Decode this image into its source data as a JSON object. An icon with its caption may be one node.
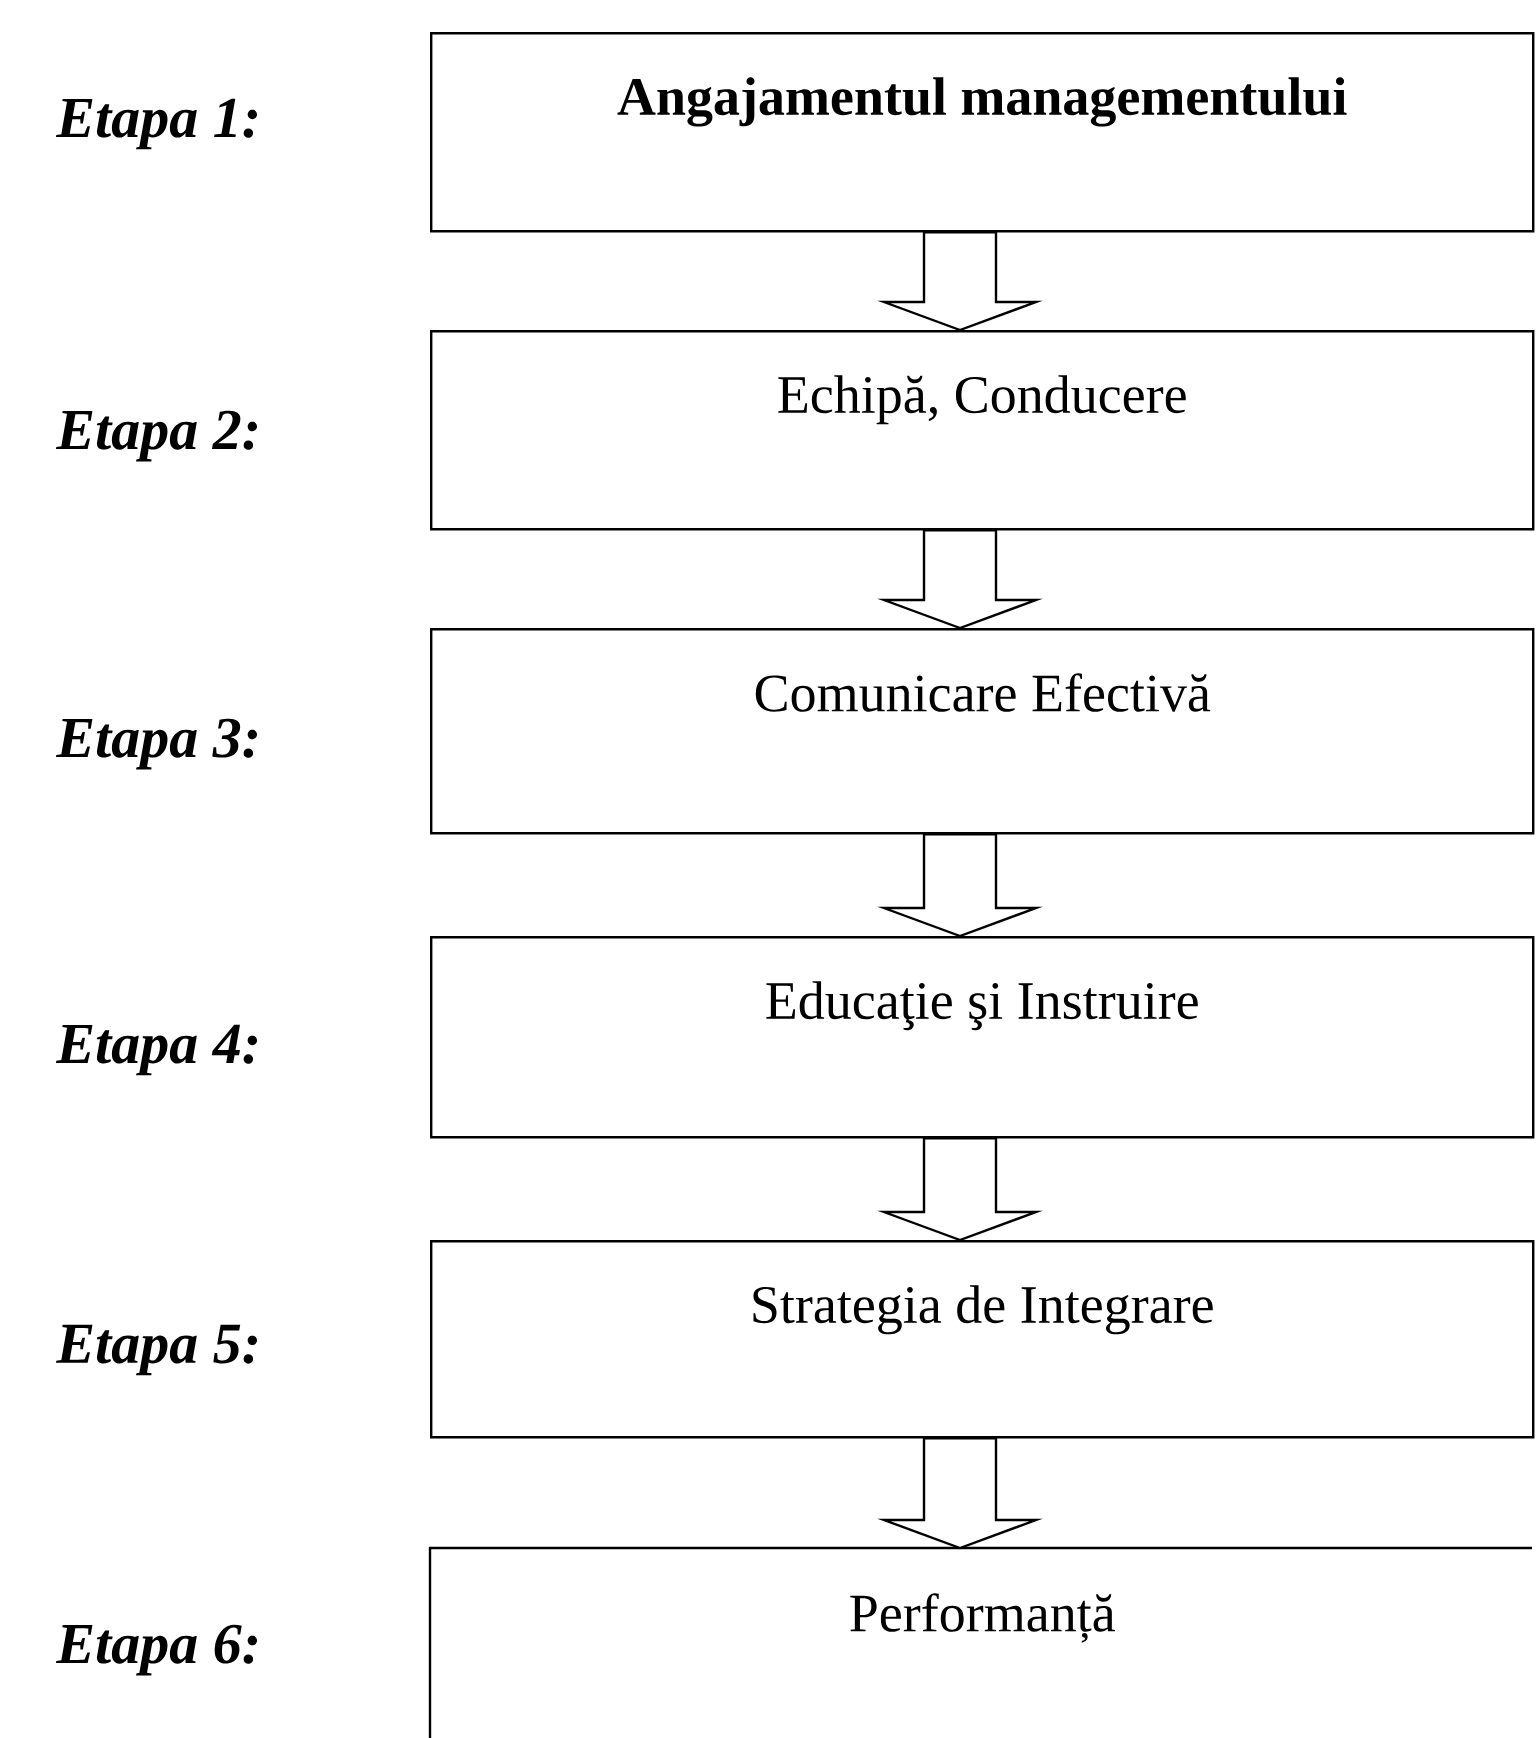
{
  "diagram": {
    "nodes": [
      {
        "text": [
          "Angajamentul managementului"
        ],
        "beside": [
          "Etapa 1:"
        ]
      },
      {
        "text": [
          "Echipă, Conducere"
        ],
        "beside": [
          "Etapa 2:"
        ]
      },
      {
        "text": [
          "Comunicare Efectivă"
        ],
        "beside": [
          "Etapa 3:"
        ]
      },
      {
        "text": [
          "Educaţie şi Instruire"
        ],
        "beside": [
          "Etapa 4:"
        ]
      },
      {
        "text": [
          "Strategia de Integrare"
        ],
        "beside": [
          "Etapa 5:"
        ]
      },
      {
        "text": [
          "Performanță"
        ],
        "beside": [
          "Etapa 6:"
        ]
      }
    ],
    "edges": [
      {
        "from": 0,
        "to": 1,
        "arrow": "to"
      },
      {
        "from": 1,
        "to": 2,
        "arrow": "to"
      },
      {
        "from": 2,
        "to": 3,
        "arrow": "to"
      },
      {
        "from": 3,
        "to": 4,
        "arrow": "to"
      },
      {
        "from": 4,
        "to": 5,
        "arrow": "to"
      }
    ]
  }
}
